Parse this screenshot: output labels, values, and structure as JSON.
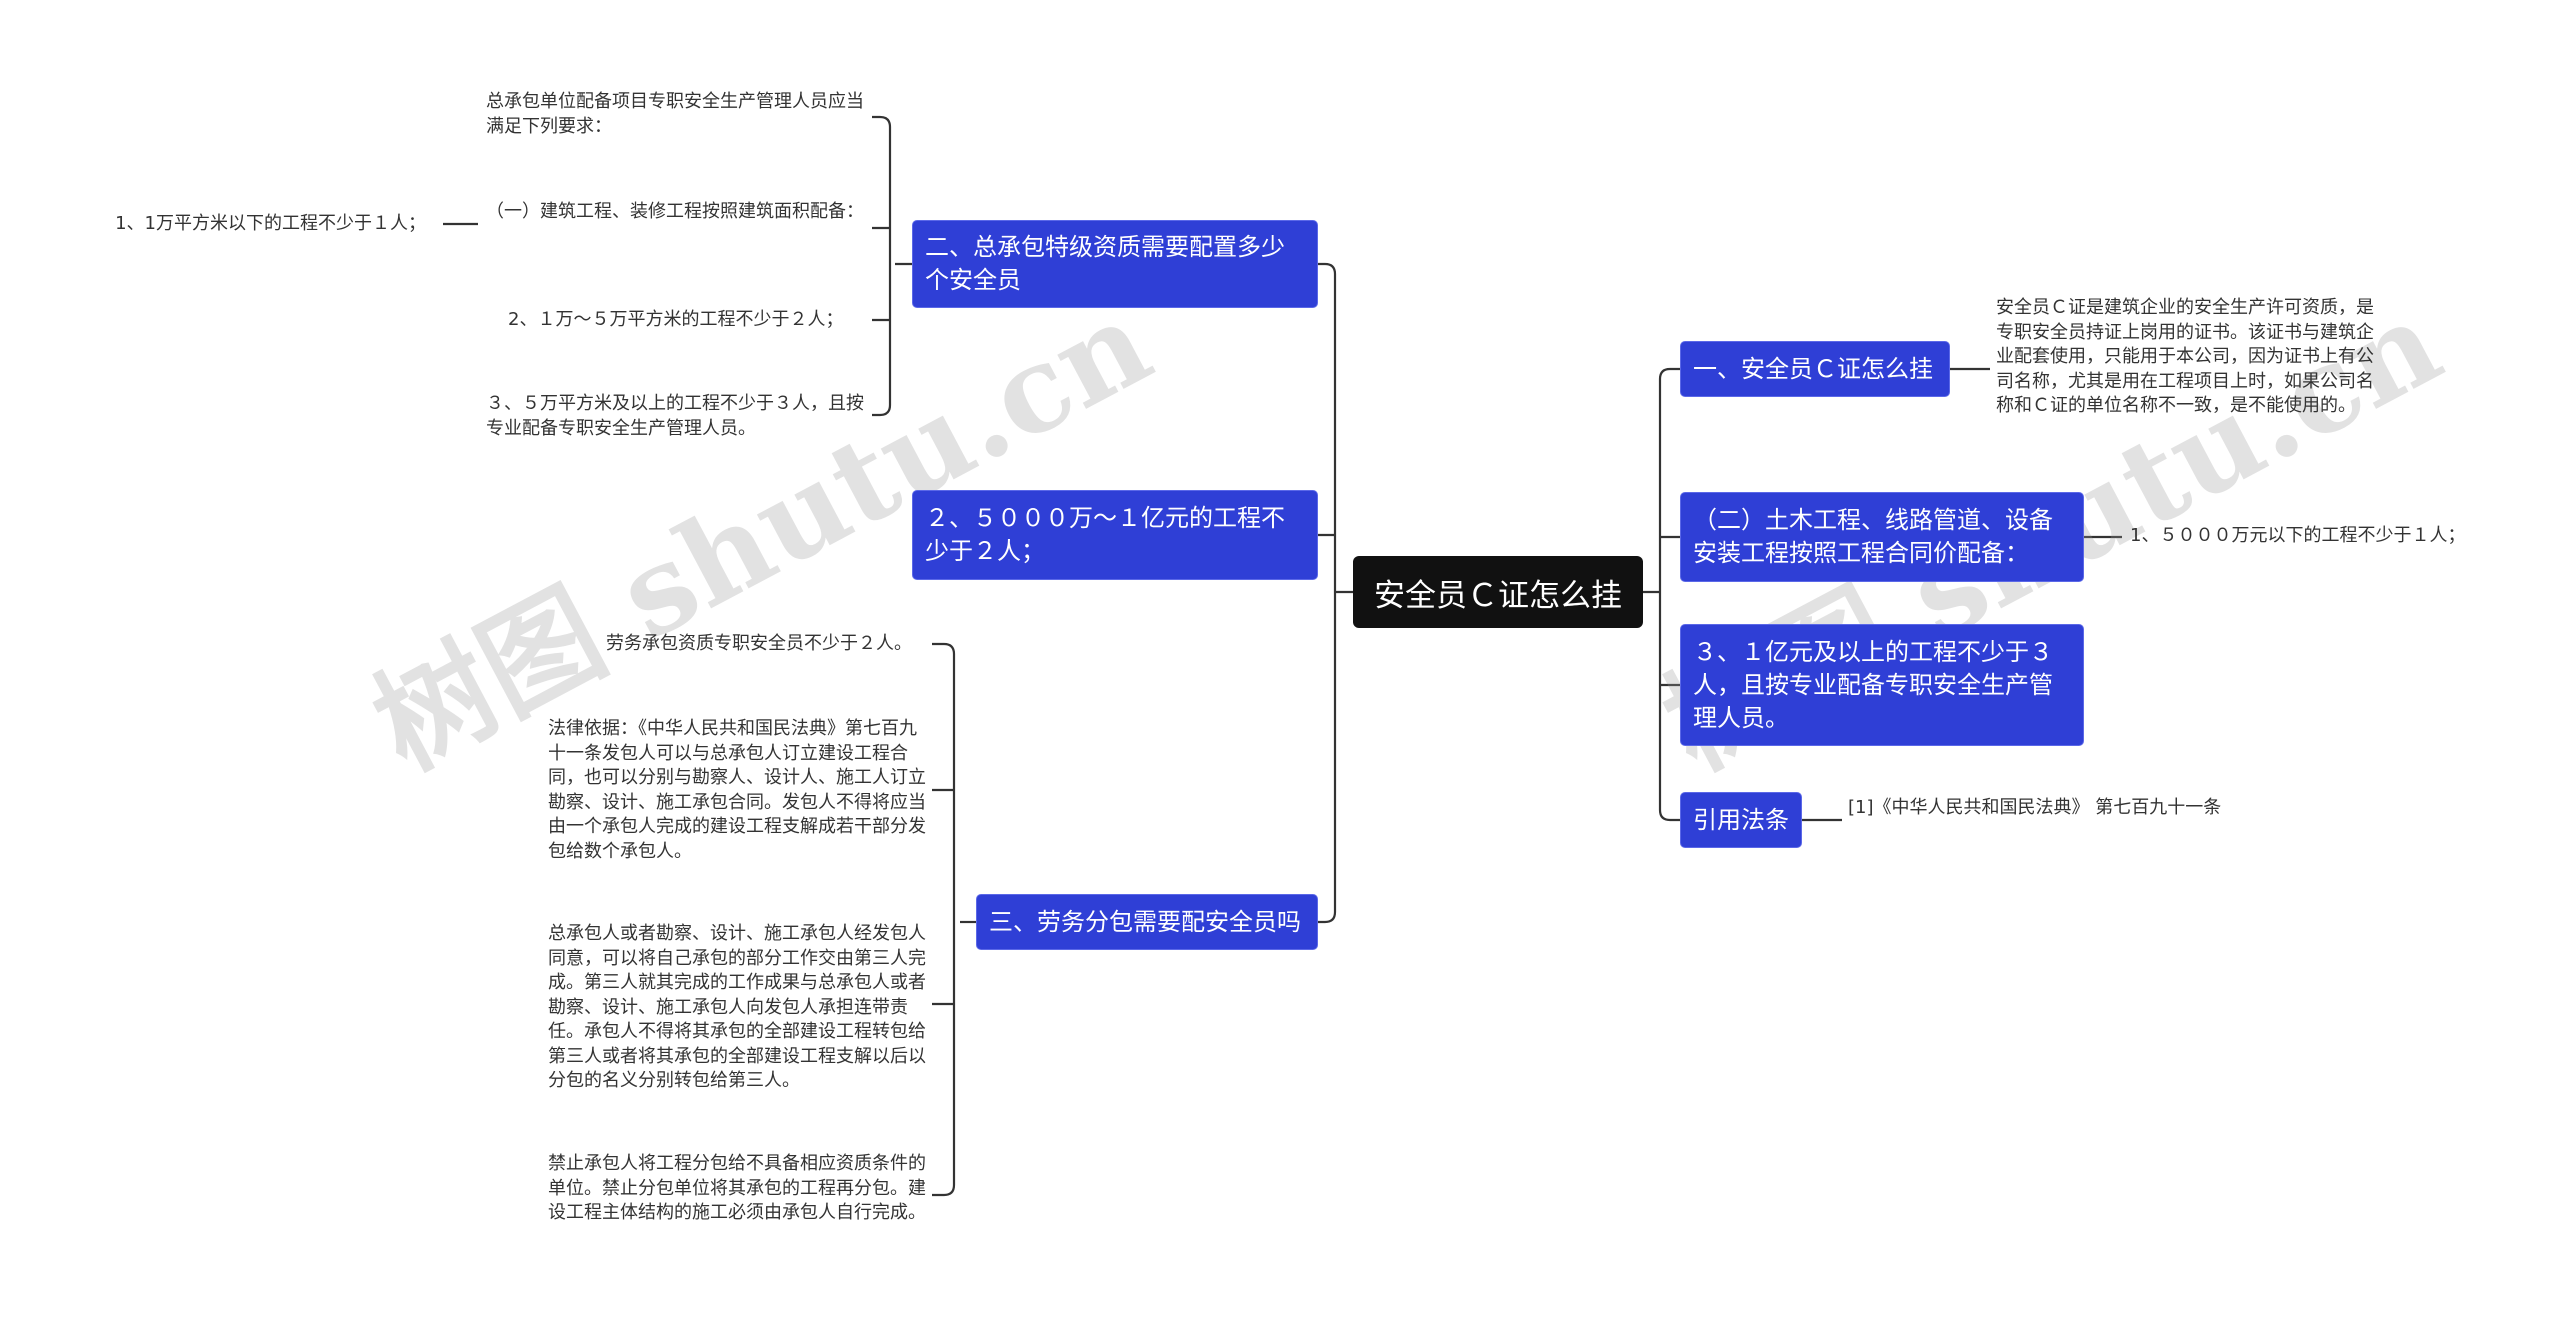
{
  "watermark": "树图 shutu.cn",
  "root": {
    "label": "安全员Ｃ证怎么挂"
  },
  "left": [
    {
      "label": "二、总承包特级资质需要配置多少个安全员",
      "leaves": [
        {
          "text": "总承包单位配备项目专职安全生产管理人员应当满足下列要求："
        },
        {
          "text": "（一）建筑工程、装修工程按照建筑面积配备：",
          "sub": "1、1万平方米以下的工程不少于１人；"
        },
        {
          "text": "2、１万～５万平方米的工程不少于２人；"
        },
        {
          "text": "３、５万平方米及以上的工程不少于３人，且按专业配备专职安全生产管理人员。"
        }
      ]
    },
    {
      "label": "２、５０００万～１亿元的工程不少于２人；",
      "leaves": []
    },
    {
      "label": "三、劳务分包需要配安全员吗",
      "leaves": [
        {
          "text": "劳务承包资质专职安全员不少于２人。"
        },
        {
          "text": "法律依据：《中华人民共和国民法典》第七百九十一条发包人可以与总承包人订立建设工程合同，也可以分别与勘察人、设计人、施工人订立勘察、设计、施工承包合同。发包人不得将应当由一个承包人完成的建设工程支解成若干部分发包给数个承包人。"
        },
        {
          "text": "总承包人或者勘察、设计、施工承包人经发包人同意，可以将自己承包的部分工作交由第三人完成。第三人就其完成的工作成果与总承包人或者勘察、设计、施工承包人向发包人承担连带责任。承包人不得将其承包的全部建设工程转包给第三人或者将其承包的全部建设工程支解以后以分包的名义分别转包给第三人。"
        },
        {
          "text": "禁止承包人将工程分包给不具备相应资质条件的单位。禁止分包单位将其承包的工程再分包。建设工程主体结构的施工必须由承包人自行完成。"
        }
      ]
    }
  ],
  "right": [
    {
      "label": "一、安全员Ｃ证怎么挂",
      "leaves": [
        {
          "text": "安全员Ｃ证是建筑企业的安全生产许可资质，是专职安全员持证上岗用的证书。该证书与建筑企业配套使用，只能用于本公司，因为证书上有公司名称，尤其是用在工程项目上时，如果公司名称和Ｃ证的单位名称不一致，是不能使用的。"
        }
      ]
    },
    {
      "label": "（二）土木工程、线路管道、设备安装工程按照工程合同价配备：",
      "leaves": [
        {
          "text": "1、５０００万元以下的工程不少于１人；"
        }
      ]
    },
    {
      "label": "３、１亿元及以上的工程不少于３人，且按专业配备专职安全生产管理人员。",
      "leaves": []
    },
    {
      "label": "引用法条",
      "leaves": [
        {
          "text": "[1]《中华人民共和国民法典》 第七百九十一条"
        }
      ]
    }
  ]
}
